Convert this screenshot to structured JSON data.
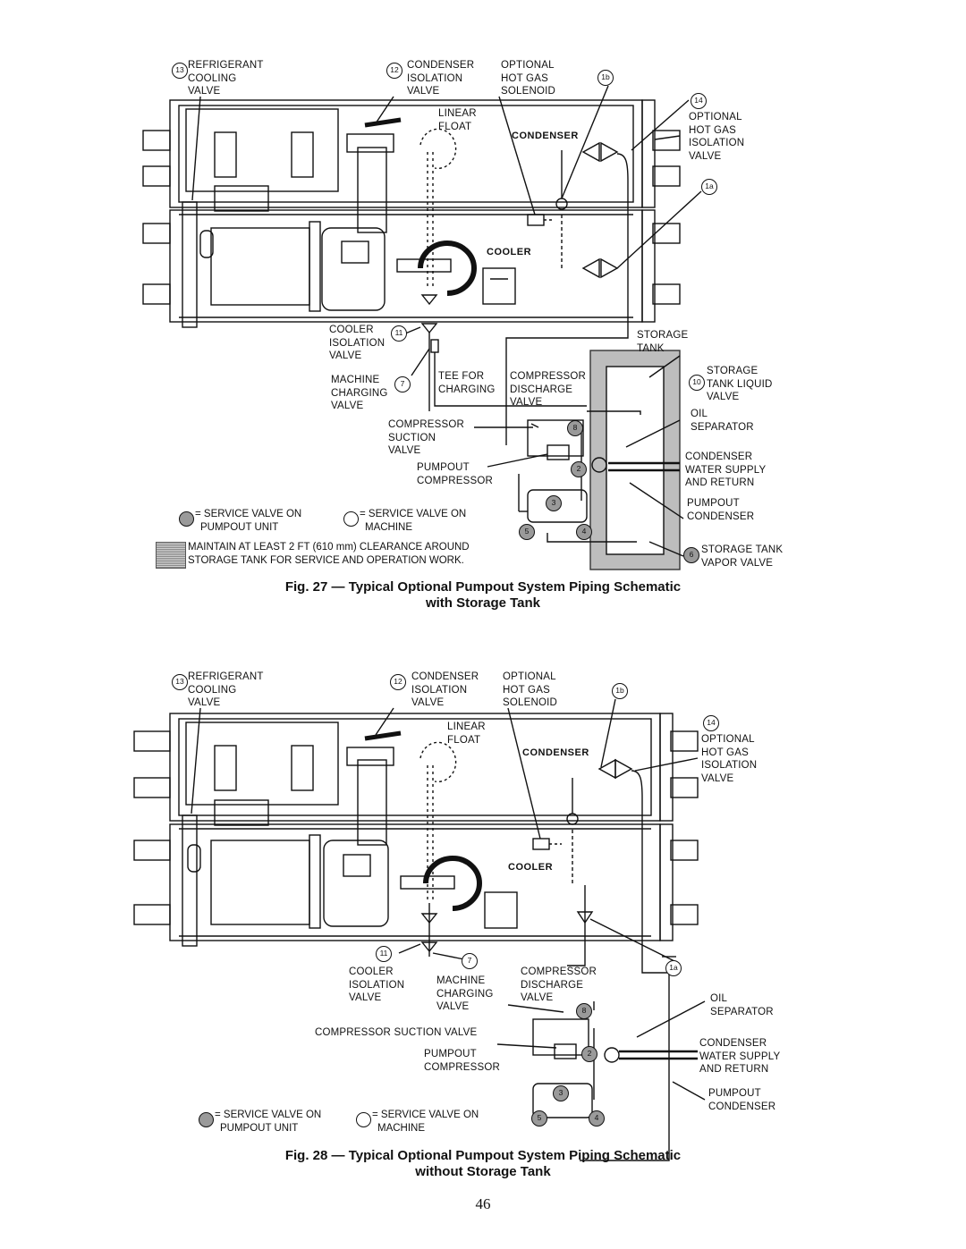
{
  "figure1": {
    "caption_line1": "Fig. 27 — Typical Optional Pumpout System Piping Schematic",
    "caption_line2": "with Storage Tank",
    "zones": {
      "condenser": "CONDENSER",
      "cooler": "COOLER"
    },
    "labels": {
      "refrigerant_cooling_valve": [
        "REFRIGERANT",
        "COOLING",
        "VALVE"
      ],
      "condenser_isolation_valve": [
        "CONDENSER",
        "ISOLATION",
        "VALVE"
      ],
      "optional_hot_gas_solenoid": [
        "OPTIONAL",
        "HOT GAS",
        "SOLENOID"
      ],
      "linear_float": [
        "LINEAR",
        "FLOAT"
      ],
      "optional_hot_gas_isolation_valve": [
        "OPTIONAL",
        "HOT GAS",
        "ISOLATION",
        "VALVE"
      ],
      "cooler_isolation_valve": [
        "COOLER",
        "ISOLATION",
        "VALVE"
      ],
      "storage_tank": [
        "STORAGE",
        "TANK"
      ],
      "machine_charging_valve": [
        "MACHINE",
        "CHARGING",
        "VALVE"
      ],
      "tee_for_charging": [
        "TEE FOR",
        "CHARGING"
      ],
      "compressor_discharge_valve": [
        "COMPRESSOR",
        "DISCHARGE",
        "VALVE"
      ],
      "storage_tank_liquid_valve": [
        "STORAGE",
        "TANK LIQUID",
        "VALVE"
      ],
      "oil_separator": [
        "OIL",
        "SEPARATOR"
      ],
      "compressor_suction_valve": [
        "COMPRESSOR",
        "SUCTION",
        "VALVE"
      ],
      "condenser_water": [
        "CONDENSER",
        "WATER SUPPLY",
        "AND RETURN"
      ],
      "pumpout_compressor": [
        "PUMPOUT",
        "COMPRESSOR"
      ],
      "pumpout_condenser": [
        "PUMPOUT",
        "CONDENSER"
      ],
      "storage_tank_vapor_valve": [
        "STORAGE TANK",
        "VAPOR VALVE"
      ]
    },
    "tags": {
      "t13": "13",
      "t12": "12",
      "t1b": "1b",
      "t14": "14",
      "t1a": "1a",
      "t11": "11",
      "t7": "7",
      "t10": "10",
      "t8": "8",
      "t2": "2",
      "t3": "3",
      "t5": "5",
      "t4": "4",
      "t6": "6"
    },
    "legend": {
      "pumpout_unit": [
        "= SERVICE VALVE ON",
        "PUMPOUT UNIT"
      ],
      "machine": [
        "= SERVICE VALVE ON",
        "MACHINE"
      ],
      "clearance": [
        "MAINTAIN AT LEAST 2 FT (610 mm) CLEARANCE AROUND",
        "STORAGE TANK FOR SERVICE AND OPERATION WORK."
      ]
    }
  },
  "figure2": {
    "caption_line1": "Fig. 28 — Typical Optional Pumpout System Piping Schematic",
    "caption_line2": "without Storage Tank",
    "zones": {
      "condenser": "CONDENSER",
      "cooler": "COOLER"
    },
    "labels": {
      "refrigerant_cooling_valve": [
        "REFRIGERANT",
        "COOLING",
        "VALVE"
      ],
      "condenser_isolation_valve": [
        "CONDENSER",
        "ISOLATION",
        "VALVE"
      ],
      "optional_hot_gas_solenoid": [
        "OPTIONAL",
        "HOT GAS",
        "SOLENOID"
      ],
      "linear_float": [
        "LINEAR",
        "FLOAT"
      ],
      "optional_hot_gas_isolation_valve": [
        "OPTIONAL",
        "HOT GAS",
        "ISOLATION",
        "VALVE"
      ],
      "cooler_isolation_valve": [
        "COOLER",
        "ISOLATION",
        "VALVE"
      ],
      "machine_charging_valve": [
        "MACHINE",
        "CHARGING",
        "VALVE"
      ],
      "compressor_discharge_valve": [
        "COMPRESSOR",
        "DISCHARGE",
        "VALVE"
      ],
      "oil_separator": [
        "OIL",
        "SEPARATOR"
      ],
      "compressor_suction_valve": [
        "COMPRESSOR SUCTION VALVE"
      ],
      "condenser_water": [
        "CONDENSER",
        "WATER SUPPLY",
        "AND RETURN"
      ],
      "pumpout_compressor": [
        "PUMPOUT",
        "COMPRESSOR"
      ],
      "pumpout_condenser": [
        "PUMPOUT",
        "CONDENSER"
      ]
    },
    "tags": {
      "t13": "13",
      "t12": "12",
      "t1b": "1b",
      "t14": "14",
      "t1a": "1a",
      "t11": "11",
      "t7": "7",
      "t8": "8",
      "t2": "2",
      "t3": "3",
      "t5": "5",
      "t4": "4"
    },
    "legend": {
      "pumpout_unit": [
        "= SERVICE VALVE ON",
        "PUMPOUT UNIT"
      ],
      "machine": [
        "= SERVICE VALVE ON",
        "MACHINE"
      ]
    }
  },
  "page_number": "46",
  "colors": {
    "line": "#111111",
    "pumpout_fill": "#9a9a9a",
    "clearance_fill": "#bdbdbd"
  }
}
